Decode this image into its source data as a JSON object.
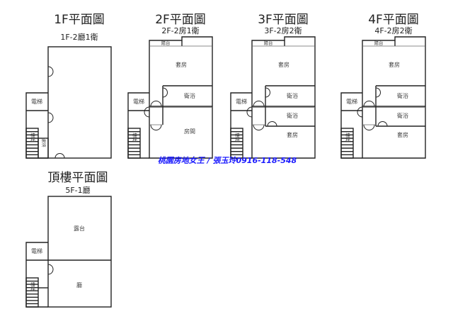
{
  "floors": [
    {
      "title": "1F平面圖",
      "subtitle": "1F-2廳1衛",
      "rooms": {
        "elevator": "電梯",
        "stairs": "樓梯",
        "bath": "衛浴"
      }
    },
    {
      "title": "2F平面圖",
      "subtitle": "2F-2房1衛",
      "rooms": {
        "balcony": "陽台",
        "suite": "套房",
        "bath1": "衛浴",
        "room": "房間",
        "elevator": "電梯",
        "stairs": "樓梯"
      }
    },
    {
      "title": "3F平面圖",
      "subtitle": "3F-2房2衛",
      "rooms": {
        "balcony": "陽台",
        "suite": "套房",
        "bath1": "衛浴",
        "bath2": "衛浴",
        "room": "套房",
        "elevator": "電梯",
        "stairs": "樓梯"
      }
    },
    {
      "title": "4F平面圖",
      "subtitle": "4F-2房2衛",
      "rooms": {
        "balcony": "陽台",
        "suite": "套房",
        "bath1": "衛浴",
        "bath2": "衛浴",
        "room": "套房",
        "elevator": "電梯",
        "stairs": "樓梯"
      }
    },
    {
      "title": "頂樓平面圖",
      "subtitle": "5F-1廳",
      "rooms": {
        "terrace": "露台",
        "living": "廳",
        "elevator": "電梯",
        "stairs": "樓梯"
      }
    }
  ],
  "watermark": "桃園房地女王 / 張玉玲0916-118-548"
}
